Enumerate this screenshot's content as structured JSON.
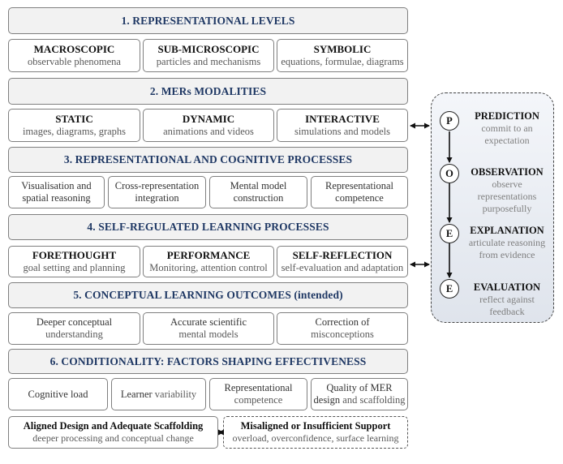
{
  "sections": [
    {
      "title": "1.  REPRESENTATIONAL LEVELS",
      "items": [
        {
          "title": "MACROSCOPIC",
          "sub": "observable phenomena"
        },
        {
          "title": "SUB-MICROSCOPIC",
          "sub": "particles and mechanisms"
        },
        {
          "title": "SYMBOLIC",
          "sub": "equations, formulae, diagrams"
        }
      ]
    },
    {
      "title": "2.  MERs MODALITIES",
      "items": [
        {
          "title": "STATIC",
          "sub": "images, diagrams, graphs"
        },
        {
          "title": "DYNAMIC",
          "sub": "animations and videos"
        },
        {
          "title": "INTERACTIVE",
          "sub": "simulations and models"
        }
      ]
    },
    {
      "title": "3.  REPRESENTATIONAL AND COGNITIVE PROCESSES",
      "items": [
        {
          "l1": "Visualisation and",
          "l2": "spatial reasoning"
        },
        {
          "l1": "Cross-representation",
          "l2": "integration"
        },
        {
          "l1": "Mental model",
          "l2": "construction"
        },
        {
          "l1": "Representational",
          "l2": "competence"
        }
      ]
    },
    {
      "title": "4.  SELF-REGULATED LEARNING PROCESSES",
      "items": [
        {
          "title": "FORETHOUGHT",
          "sub": "goal setting and planning"
        },
        {
          "title": "PERFORMANCE",
          "sub": "Monitoring, attention control"
        },
        {
          "title": "SELF-REFLECTION",
          "sub": "self-evaluation and adaptation"
        }
      ]
    },
    {
      "title": "5.  CONCEPTUAL LEARNING OUTCOMES (intended)",
      "items": [
        {
          "l1": "Deeper conceptual",
          "l2": "understanding"
        },
        {
          "l1": "Accurate scientific",
          "l2": "mental models"
        },
        {
          "l1": "Correction of",
          "l2": "misconceptions"
        }
      ]
    },
    {
      "title": "6.  CONDITIONALITY: FACTORS SHAPING EFFECTIVENESS",
      "items": [
        {
          "l1": "Cognitive load"
        },
        {
          "l1": "Learner",
          "l1b": "variability"
        },
        {
          "l1": "Representational",
          "l2": "competence"
        },
        {
          "l1": "Quality of MER",
          "l2a": "design",
          "l2b": "and scaffolding"
        }
      ]
    }
  ],
  "outcomes": {
    "aligned": {
      "title": "Aligned Design and Adequate Scaffolding",
      "sub": "deeper processing and conceptual change"
    },
    "misaligned": {
      "title": "Misaligned or Insufficient Support",
      "sub": "overload, overconfidence, surface learning"
    }
  },
  "poe": [
    {
      "letter": "P",
      "title": "PREDICTION",
      "l1": "commit to an",
      "l2": "expectation"
    },
    {
      "letter": "O",
      "title": "OBSERVATION",
      "l1": "observe",
      "l2": "representations",
      "l3": "purposefully"
    },
    {
      "letter": "E",
      "title": "EXPLANATION",
      "l1": "articulate reasoning",
      "l2": "from evidence"
    },
    {
      "letter": "E",
      "title": "EVALUATION",
      "l1": "reflect against",
      "l2": "feedback"
    }
  ]
}
